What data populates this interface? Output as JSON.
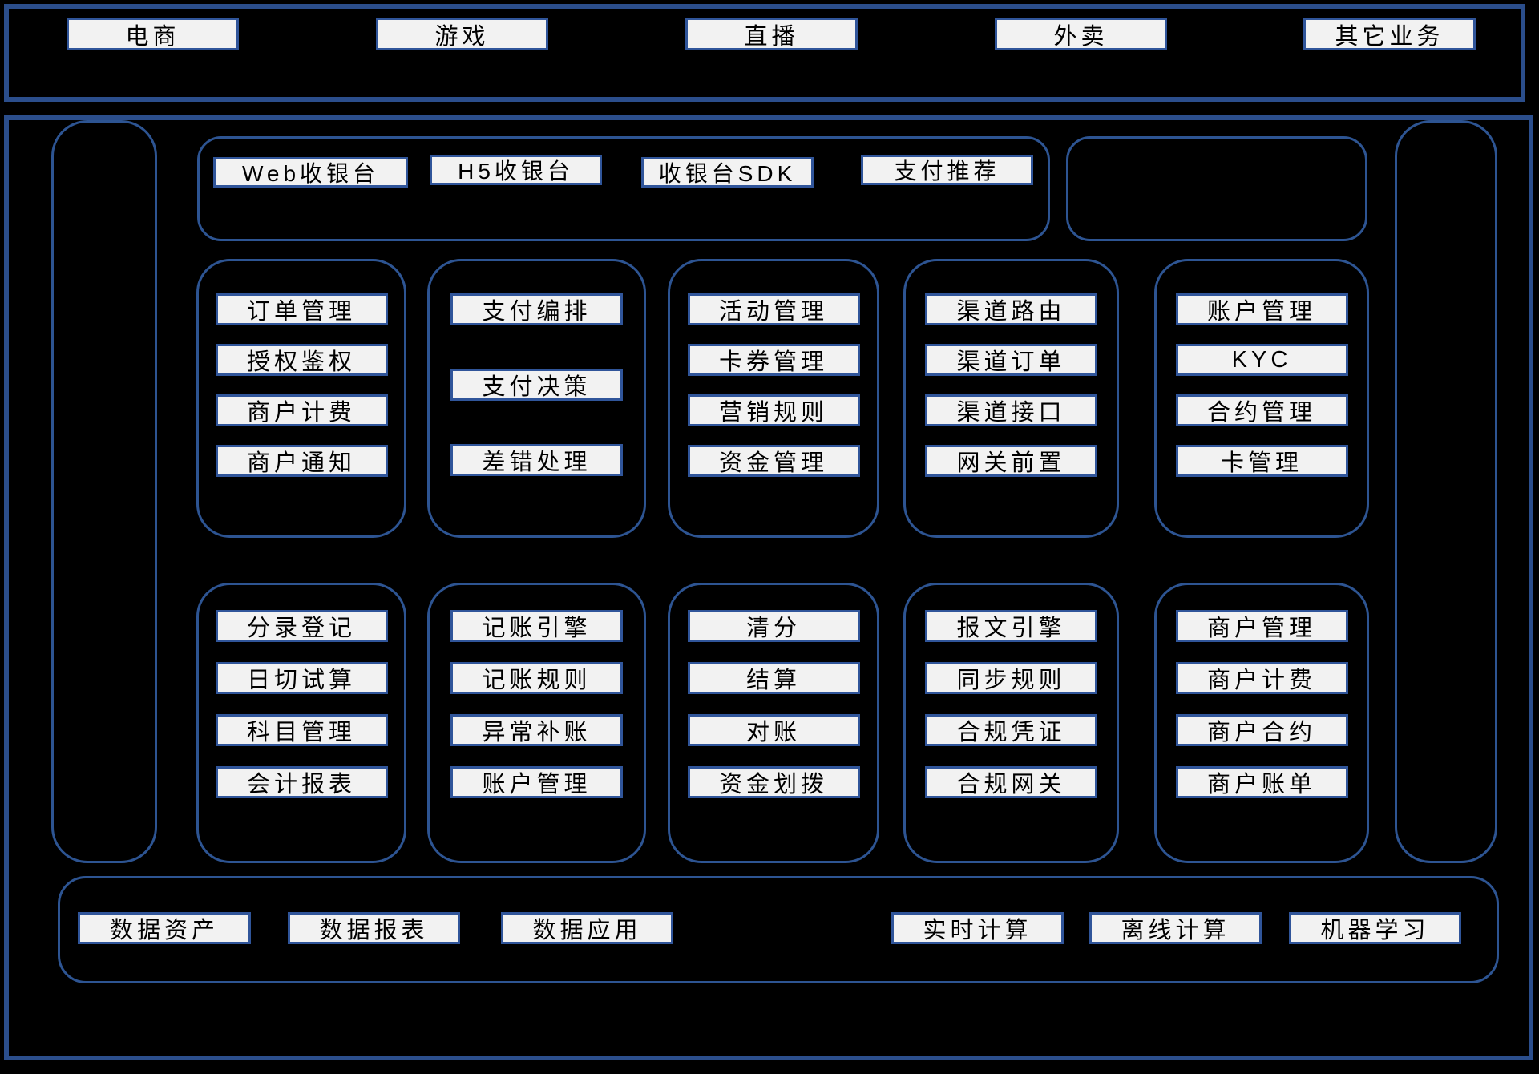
{
  "colors": {
    "background": "#000000",
    "frame_border": "#2b4e8c",
    "panel_border": "#2d5492",
    "box_border": "#30559a",
    "box_fill": "#f2f2f2",
    "box_text": "#000000"
  },
  "business_layer": {
    "items": [
      "电商",
      "游戏",
      "直播",
      "外卖",
      "其它业务"
    ]
  },
  "cashier_layer": {
    "items": [
      "Web收银台",
      "H5收银台",
      "收银台SDK",
      "支付推荐"
    ]
  },
  "payment_core_row": {
    "columns": [
      [
        "订单管理",
        "授权鉴权",
        "商户计费",
        "商户通知"
      ],
      [
        "支付编排",
        "支付决策",
        "差错处理"
      ],
      [
        "活动管理",
        "卡券管理",
        "营销规则",
        "资金管理"
      ],
      [
        "渠道路由",
        "渠道订单",
        "渠道接口",
        "网关前置"
      ],
      [
        "账户管理",
        "KYC",
        "合约管理",
        "卡管理"
      ]
    ]
  },
  "settlement_row": {
    "columns": [
      [
        "分录登记",
        "日切试算",
        "科目管理",
        "会计报表"
      ],
      [
        "记账引擎",
        "记账规则",
        "异常补账",
        "账户管理"
      ],
      [
        "清分",
        "结算",
        "对账",
        "资金划拨"
      ],
      [
        "报文引擎",
        "同步规则",
        "合规凭证",
        "合规网关"
      ],
      [
        "商户管理",
        "商户计费",
        "商户合约",
        "商户账单"
      ]
    ]
  },
  "data_platform_layer": {
    "left_items": [
      "数据资产",
      "数据报表",
      "数据应用"
    ],
    "right_items": [
      "实时计算",
      "离线计算",
      "机器学习"
    ]
  }
}
